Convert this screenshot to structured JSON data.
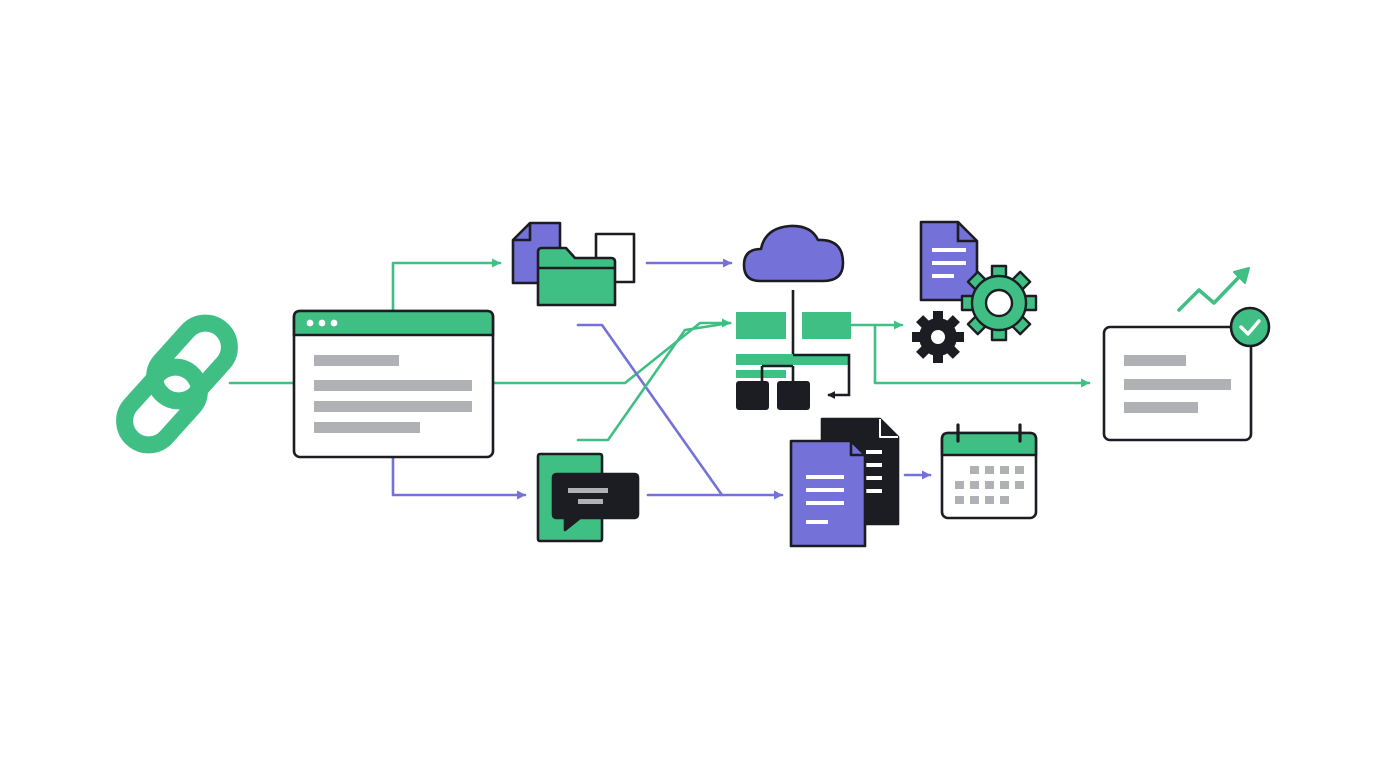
{
  "diagram": {
    "kind": "workflow-flow-diagram",
    "colors": {
      "green": "#3fbf84",
      "purple": "#7472d8",
      "dark": "#1b1d22",
      "gray": "#b0b1b5",
      "white": "#ffffff"
    },
    "nodes": [
      {
        "id": "link",
        "icon": "link-icon"
      },
      {
        "id": "browser",
        "icon": "browser-window-icon"
      },
      {
        "id": "files",
        "icon": "files-folder-icon"
      },
      {
        "id": "chat",
        "icon": "chat-message-icon"
      },
      {
        "id": "cloud",
        "icon": "cloud-icon"
      },
      {
        "id": "org",
        "icon": "hierarchy-icon"
      },
      {
        "id": "docs",
        "icon": "documents-stack-icon"
      },
      {
        "id": "doc-gear",
        "icon": "document-gears-icon"
      },
      {
        "id": "calendar",
        "icon": "calendar-icon"
      },
      {
        "id": "report",
        "icon": "report-check-icon"
      },
      {
        "id": "trend",
        "icon": "trend-up-arrow-icon"
      }
    ],
    "edges": [
      {
        "from": "link",
        "to": "browser",
        "color": "green"
      },
      {
        "from": "browser",
        "to": "files",
        "color": "green"
      },
      {
        "from": "browser",
        "to": "chat",
        "color": "purple"
      },
      {
        "from": "browser",
        "to": "org",
        "color": "green"
      },
      {
        "from": "files",
        "to": "cloud",
        "color": "purple"
      },
      {
        "from": "files",
        "to": "docs",
        "color": "purple"
      },
      {
        "from": "chat",
        "to": "org",
        "color": "green"
      },
      {
        "from": "chat",
        "to": "docs",
        "color": "purple"
      },
      {
        "from": "org",
        "to": "doc-gear",
        "color": "green"
      },
      {
        "from": "org",
        "to": "report",
        "color": "green"
      },
      {
        "from": "docs",
        "to": "calendar",
        "color": "purple"
      }
    ]
  }
}
